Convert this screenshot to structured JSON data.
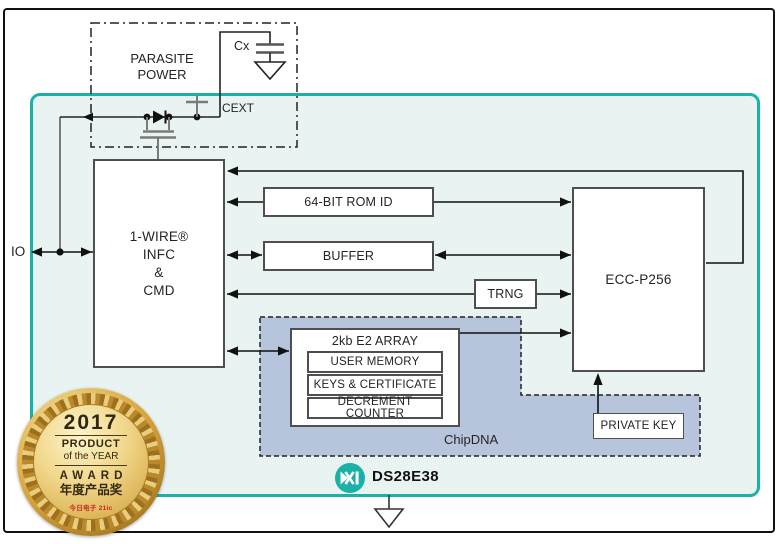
{
  "colors": {
    "teal": "#1ab1a7",
    "panel_fill": "#e9f3f1",
    "chipdna_fill": "#b7c5dc",
    "border_gray": "#4f4f4f"
  },
  "labels": {
    "io": "IO",
    "parasite_line1": "PARASITE",
    "parasite_line2": "POWER",
    "cx": "Cx",
    "cext": "CEXT",
    "chipdna": "ChipDNA"
  },
  "blocks": {
    "one_wire_lines": [
      "1-WIRE®",
      "INFC",
      "&",
      "CMD"
    ],
    "rom": "64-BIT ROM ID",
    "buffer": "BUFFER",
    "trng": "TRNG",
    "ecc": "ECC-P256",
    "e2_array_title": "2kb E2 ARRAY",
    "e2_array_items": [
      "USER MEMORY",
      "KEYS & CERTIFICATE",
      "DECREMENT COUNTER"
    ],
    "private_key": "PRIVATE KEY"
  },
  "footer": {
    "part_number": "DS28E38"
  },
  "award": {
    "year": "2017",
    "line1": "PRODUCT",
    "line2": "of the YEAR",
    "line3": "AWARD",
    "line4": "年度产品奖",
    "credit": "今日电子 21ic"
  }
}
